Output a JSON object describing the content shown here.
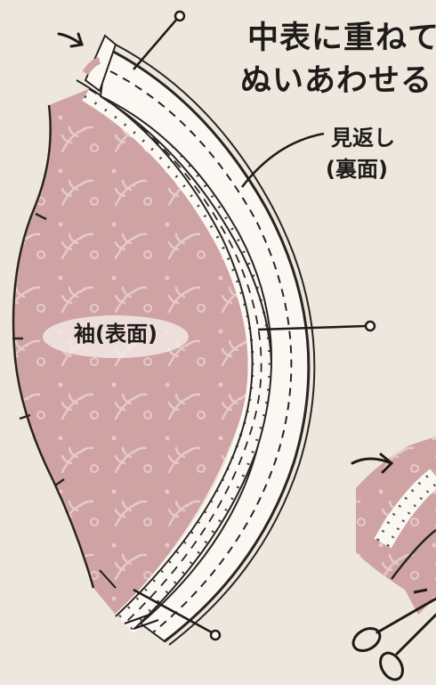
{
  "colors": {
    "background": "#ede7dd",
    "fabric_pink": "#cfa3a4",
    "fabric_pattern": "#e4c8c8",
    "facing_white": "#fbf8f3",
    "ink": "#1e1b19"
  },
  "instruction": {
    "line_top_partial": "ぬいあわせる",
    "line1": "中表に重ねて",
    "line2": "ぬいあわせる"
  },
  "labels": {
    "facing_line1": "見返し",
    "facing_line2": "(裏面)",
    "sleeve": "袖(表面)"
  },
  "icons": [
    "pin-icon",
    "arrow-icon",
    "scissors-icon"
  ]
}
